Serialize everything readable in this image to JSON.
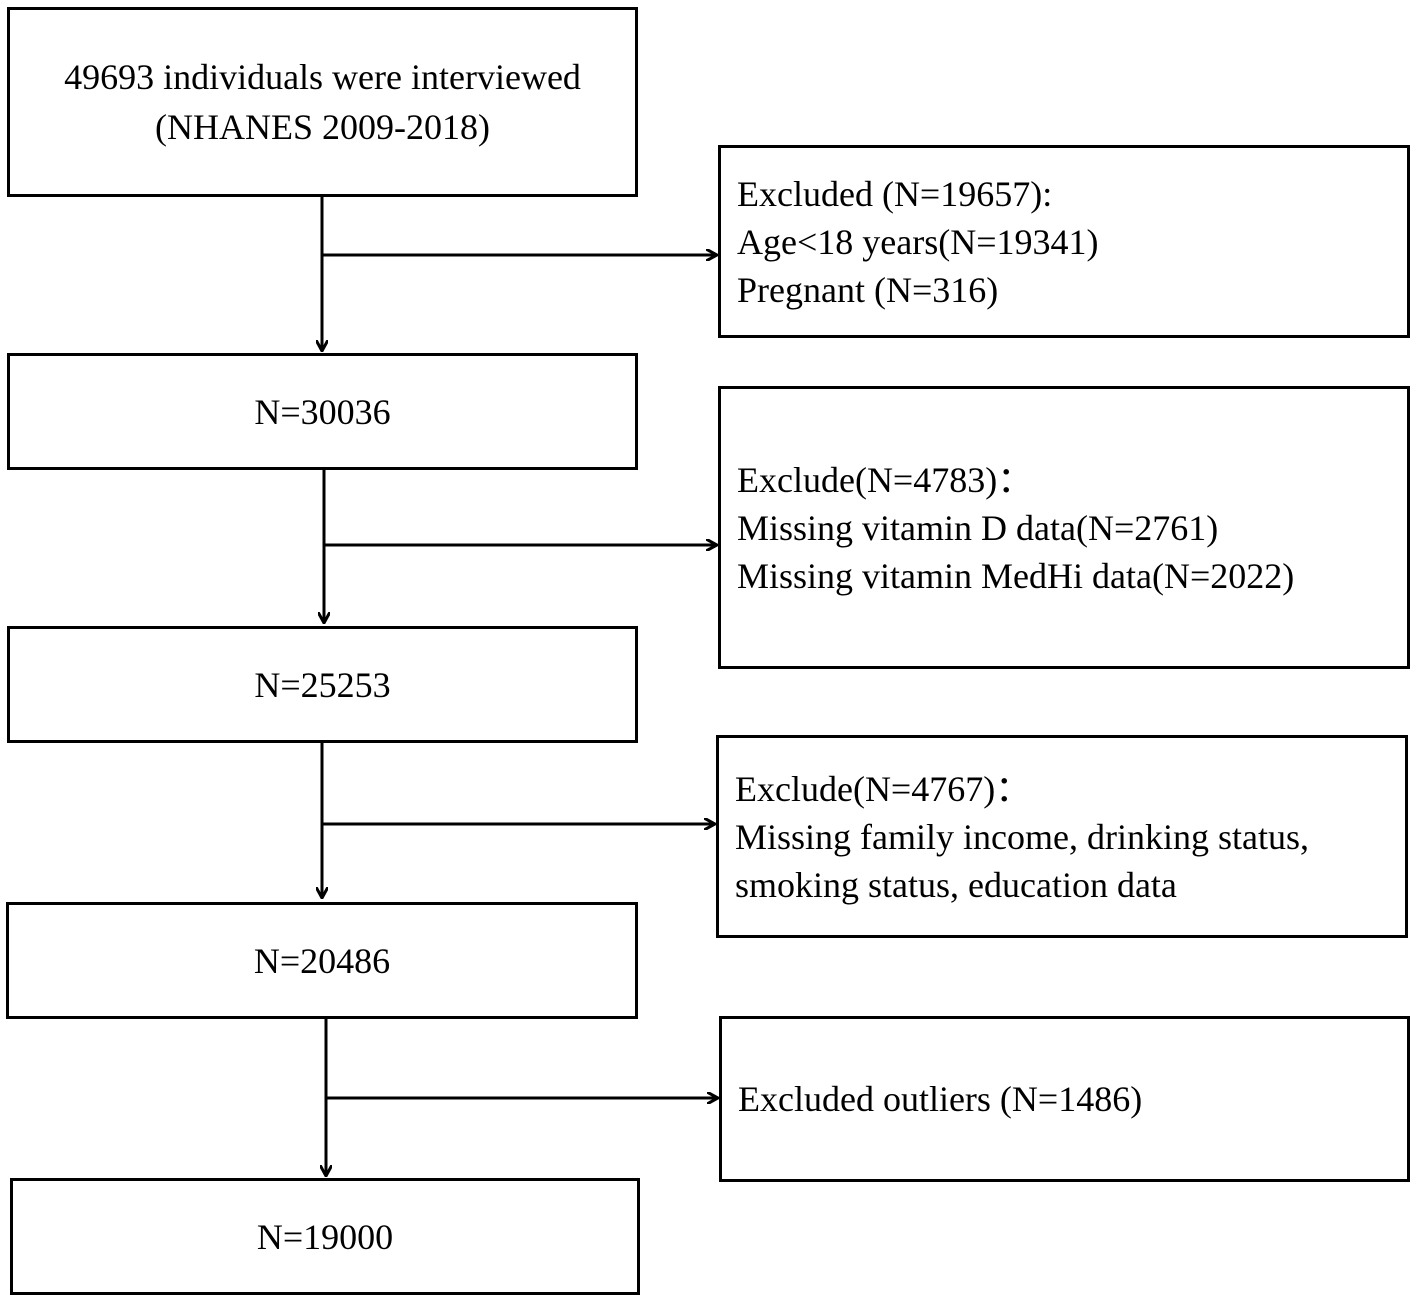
{
  "flow": {
    "start": {
      "line1": "49693 individuals were interviewed",
      "line2": "(NHANES  2009-2018)"
    },
    "steps": [
      {
        "label": "N=30036"
      },
      {
        "label": "N=25253"
      },
      {
        "label": "N=20486"
      },
      {
        "label": "N=19000"
      }
    ],
    "exclusions": [
      {
        "lines": [
          "Excluded (N=19657):",
          "Age<18 years(N=19341)",
          "Pregnant (N=316)"
        ]
      },
      {
        "lines": [
          "Exclude(N=4783)：",
          "Missing vitamin D data(N=2761)",
          "Missing vitamin MedHi data(N=2022)"
        ]
      },
      {
        "lines": [
          "Exclude(N=4767)：",
          "Missing family income, drinking status,",
          "smoking status, education data"
        ]
      },
      {
        "lines": [
          "Excluded outliers (N=1486)"
        ]
      }
    ]
  }
}
